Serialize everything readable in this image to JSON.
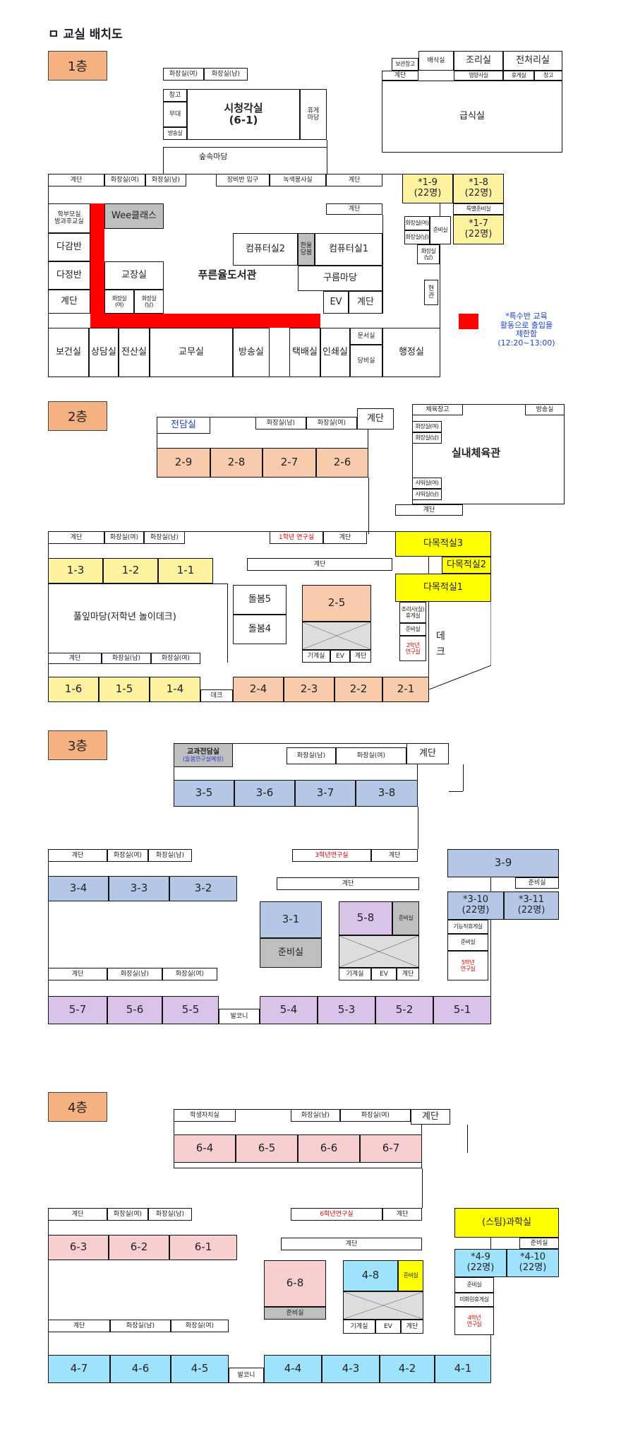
{
  "title": "ㅁ 교실 배치도",
  "f1": {
    "label": "1층",
    "wc_f": "화장실(여)",
    "wc_m": "화장실(남)",
    "storage": "창고",
    "mudae": "무대",
    "broadcast_rm": "방송실",
    "av_hall": "시청각실\n(6-1)",
    "rest_yard": "휴게\n마당",
    "forest_yard": "숲속마당",
    "small_storage": "보관창고",
    "nurse": "배식실",
    "kitchen": "조리실",
    "pre_rm": "전처리실",
    "stairs": "계단",
    "nutrition": "영양사실",
    "rest_rm": "휴게실",
    "warehouse": "창고",
    "cafeteria": "급식실",
    "entrance": "장비반 입구",
    "green_serv": "녹색봉사실",
    "c19": "*1-9\n(22명)",
    "c18": "*1-8\n(22명)",
    "c17": "*1-7\n(22명)",
    "spec_prep": "특별준비실",
    "wc_f2": "화장실(여)",
    "wc_m2": "화장실(남)",
    "prep_rm": "준비실",
    "after_school": "학부모실\n방과후교실",
    "wee": "Wee클래스",
    "dagam": "다감반",
    "dajeong": "다정반",
    "principal": "교장실",
    "wc_staff_f": "화장실\n(여)",
    "wc_staff_m": "화장실\n(남)",
    "library": "푸른율도서관",
    "comp2": "컴퓨터실2",
    "comp1": "컴퓨터실1",
    "hanul": "한울\n당봄",
    "gureum": "구름마당",
    "ev": "EV",
    "health": "보건실",
    "counsel": "상담실",
    "admin_pc": "전산실",
    "staff_rm": "교무실",
    "bcast": "방송실",
    "delivery": "택배실",
    "print": "인쇄실",
    "docs": "문서실",
    "duty": "당비실",
    "admin": "행정실",
    "hyeon": "현\n관",
    "note": "*특수반 교육\n활동으로 출입을\n제한함\n(12:20~13:00)"
  },
  "f2": {
    "label": "2층",
    "exhibit": "전담실",
    "wc_m": "화장실(남)",
    "wc_f": "화장실(여)",
    "stairs": "계단",
    "c29": "2-9",
    "c28": "2-8",
    "c27": "2-7",
    "c26": "2-6",
    "pe_storage": "체육창고",
    "bcast": "방송실",
    "gym": "실내체육관",
    "wc_f_g": "화장실(여)",
    "wc_m_g": "화장실(남)",
    "room_f_g": "샤워실(여)",
    "room_m_g": "샤워실(남)",
    "g1_research": "1학년 연구실",
    "multi3": "다목적실3",
    "multi2": "다목적실2",
    "multi1": "다목적실1",
    "c13": "1-3",
    "c12": "1-2",
    "c11": "1-1",
    "yard": "풀잎마당(저학년 놀이데크)",
    "care5": "돌봄5",
    "care4": "돌봄4",
    "c25": "2-5",
    "machine": "기계실",
    "ev": "EV",
    "cook_rest": "조리사(실)\n휴게실",
    "prep": "준비실",
    "g2_research": "2학년\n연구실",
    "deck": "데\n크",
    "c16": "1-6",
    "c15": "1-5",
    "c14": "1-4",
    "deck2": "데크",
    "c24": "2-4",
    "c23": "2-3",
    "c22": "2-2",
    "c21": "2-1"
  },
  "f3": {
    "label": "3층",
    "subject": "교과전담실",
    "subject_sub": "(돌봄연구실예정)",
    "wc_m": "화장실(남)",
    "wc_f": "화장실(여)",
    "stairs": "계단",
    "c35": "3-5",
    "c36": "3-6",
    "c37": "3-7",
    "c38": "3-8",
    "g3_research": "3학년연구실",
    "c39": "3-9",
    "prep": "준비실",
    "c34": "3-4",
    "c33": "3-3",
    "c32": "3-2",
    "c310": "*3-10\n(22명)",
    "c311": "*3-11\n(22명)",
    "c31": "3-1",
    "prep2": "준비실",
    "c58": "5-8",
    "prep_v": "준비실",
    "machine": "기계실",
    "ev": "EV",
    "teacher_rest": "기능직휴게실",
    "prep3": "준비실",
    "g5_research": "5학년\n연구실",
    "c57": "5-7",
    "c56": "5-6",
    "c55": "5-5",
    "balcony": "발코니",
    "c54": "5-4",
    "c53": "5-3",
    "c52": "5-2",
    "c51": "5-1"
  },
  "f4": {
    "label": "4층",
    "student_council": "학생자치실",
    "wc_m": "화장실(남)",
    "wc_f": "화장실(여)",
    "stairs": "계단",
    "c64": "6-4",
    "c65": "6-5",
    "c66": "6-6",
    "c67": "6-7",
    "g6_research": "6학년연구실",
    "science": "(스팀)과학실",
    "prep": "준비실",
    "c63": "6-3",
    "c62": "6-2",
    "c61": "6-1",
    "c49": "*4-9\n(22명)",
    "c410": "*4-10\n(22명)",
    "c68": "6-8",
    "prep2": "준비실",
    "c48": "4-8",
    "prep_v": "준비실",
    "machine": "기계실",
    "ev": "EV",
    "prep3": "준비실",
    "teacher_rest": "미화원휴게실",
    "g4_research": "4학년\n연구실",
    "c47": "4-7",
    "c46": "4-6",
    "c45": "4-5",
    "balcony": "발코니",
    "c44": "4-4",
    "c43": "4-3",
    "c42": "4-2",
    "c41": "4-1"
  },
  "colors": {
    "floor_tag": "#f6b183",
    "grade1": "#fff2a0",
    "grade2": "#f8cbad",
    "multi": "#ffff00",
    "grade3": "#b4c7e7",
    "grade5": "#d9c3e9",
    "grade6": "#f8cfd0",
    "grade4": "#9ee3fb",
    "restricted": "#ff0000"
  }
}
